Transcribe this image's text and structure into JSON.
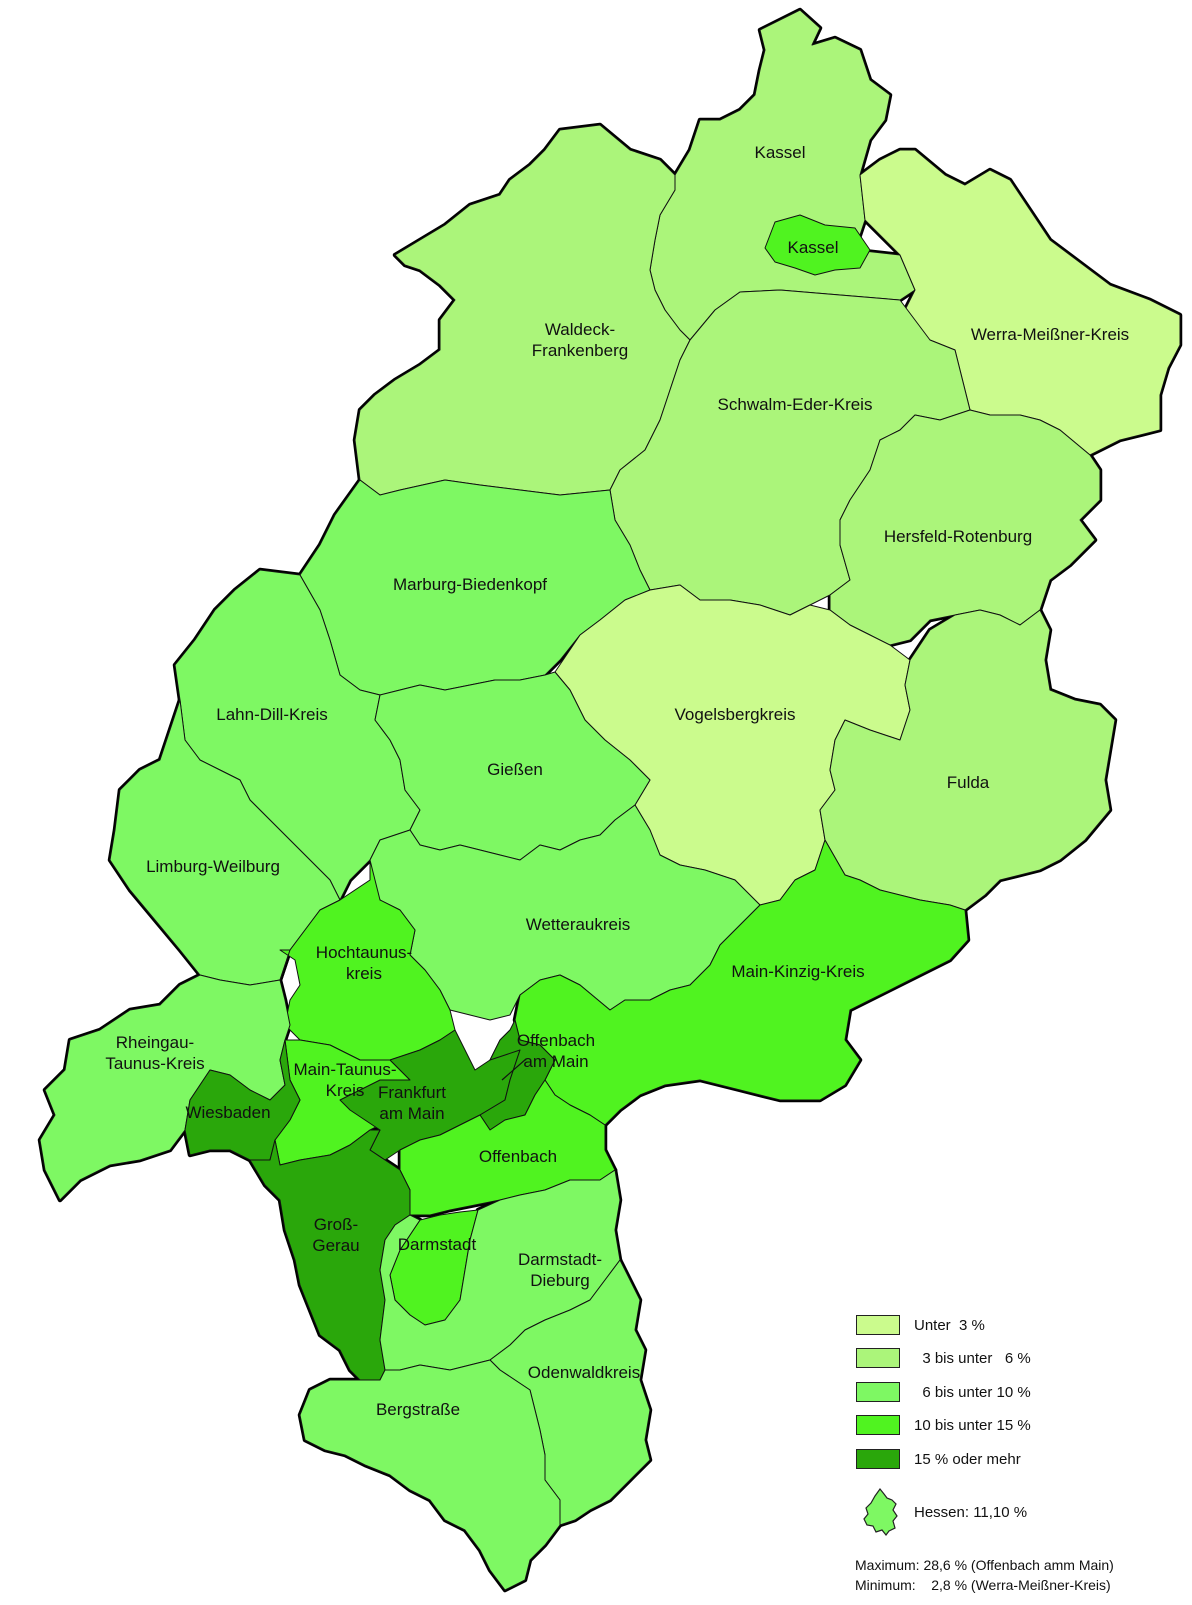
{
  "colors": {
    "class1": "#cbfb8d",
    "class2": "#abf57a",
    "class3": "#7ef863",
    "class4": "#50f320",
    "class5": "#2aa70b"
  },
  "districts": [
    {
      "id": "kassel-lk",
      "label": "Kassel",
      "class": "class2"
    },
    {
      "id": "kassel-city",
      "label": "Kassel",
      "class": "class4"
    },
    {
      "id": "werra-meissner",
      "label": "Werra-Meißner-Kreis",
      "class": "class1"
    },
    {
      "id": "waldeck",
      "label": "Waldeck-\nFrankenberg",
      "class": "class2"
    },
    {
      "id": "schwalm-eder",
      "label": "Schwalm-Eder-Kreis",
      "class": "class2"
    },
    {
      "id": "hersfeld",
      "label": "Hersfeld-Rotenburg",
      "class": "class2"
    },
    {
      "id": "marburg",
      "label": "Marburg-Biedenkopf",
      "class": "class3"
    },
    {
      "id": "vogelsberg",
      "label": "Vogelsbergkreis",
      "class": "class1"
    },
    {
      "id": "fulda",
      "label": "Fulda",
      "class": "class2"
    },
    {
      "id": "lahn-dill",
      "label": "Lahn-Dill-Kreis",
      "class": "class3"
    },
    {
      "id": "giessen",
      "label": "Gießen",
      "class": "class3"
    },
    {
      "id": "limburg",
      "label": "Limburg-Weilburg",
      "class": "class3"
    },
    {
      "id": "wetterau",
      "label": "Wetteraukreis",
      "class": "class3"
    },
    {
      "id": "hochtaunus",
      "label": "Hochtaunus-\nkreis",
      "class": "class4"
    },
    {
      "id": "main-kinzig",
      "label": "Main-Kinzig-Kreis",
      "class": "class4"
    },
    {
      "id": "rheingau",
      "label": "Rheingau-\nTaunus-Kreis",
      "class": "class3"
    },
    {
      "id": "main-taunus",
      "label": "Main-Taunus-\nKreis",
      "class": "class4"
    },
    {
      "id": "frankfurt",
      "label": "Frankfurt\nam Main",
      "class": "class5"
    },
    {
      "id": "offenbach-city",
      "label": "Offenbach\nam Main",
      "class": "class5"
    },
    {
      "id": "wiesbaden",
      "label": "Wiesbaden",
      "class": "class5"
    },
    {
      "id": "offenbach-lk",
      "label": "Offenbach",
      "class": "class4"
    },
    {
      "id": "gross-gerau",
      "label": "Groß-\nGerau",
      "class": "class5"
    },
    {
      "id": "darmstadt",
      "label": "Darmstadt",
      "class": "class4"
    },
    {
      "id": "darmstadt-dieburg",
      "label": "Darmstadt-\nDieburg",
      "class": "class3"
    },
    {
      "id": "odenwald",
      "label": "Odenwaldkreis",
      "class": "class3"
    },
    {
      "id": "bergstrasse",
      "label": "Bergstraße",
      "class": "class3"
    }
  ],
  "legend": [
    {
      "label": "Unter  3 %",
      "class": "class1"
    },
    {
      "label": "  3 bis unter   6 %",
      "class": "class2"
    },
    {
      "label": "  6 bis unter 10 %",
      "class": "class3"
    },
    {
      "label": "10 bis unter 15 %",
      "class": "class4"
    },
    {
      "label": "15 % oder mehr",
      "class": "class5"
    }
  ],
  "hessen_label": "Hessen: 11,10 %",
  "maximum_text": "Maximum: 28,6 % (Offenbach amm Main)",
  "minimum_text": "Minimum:    2,8 % (Werra-Meißner-Kreis)"
}
